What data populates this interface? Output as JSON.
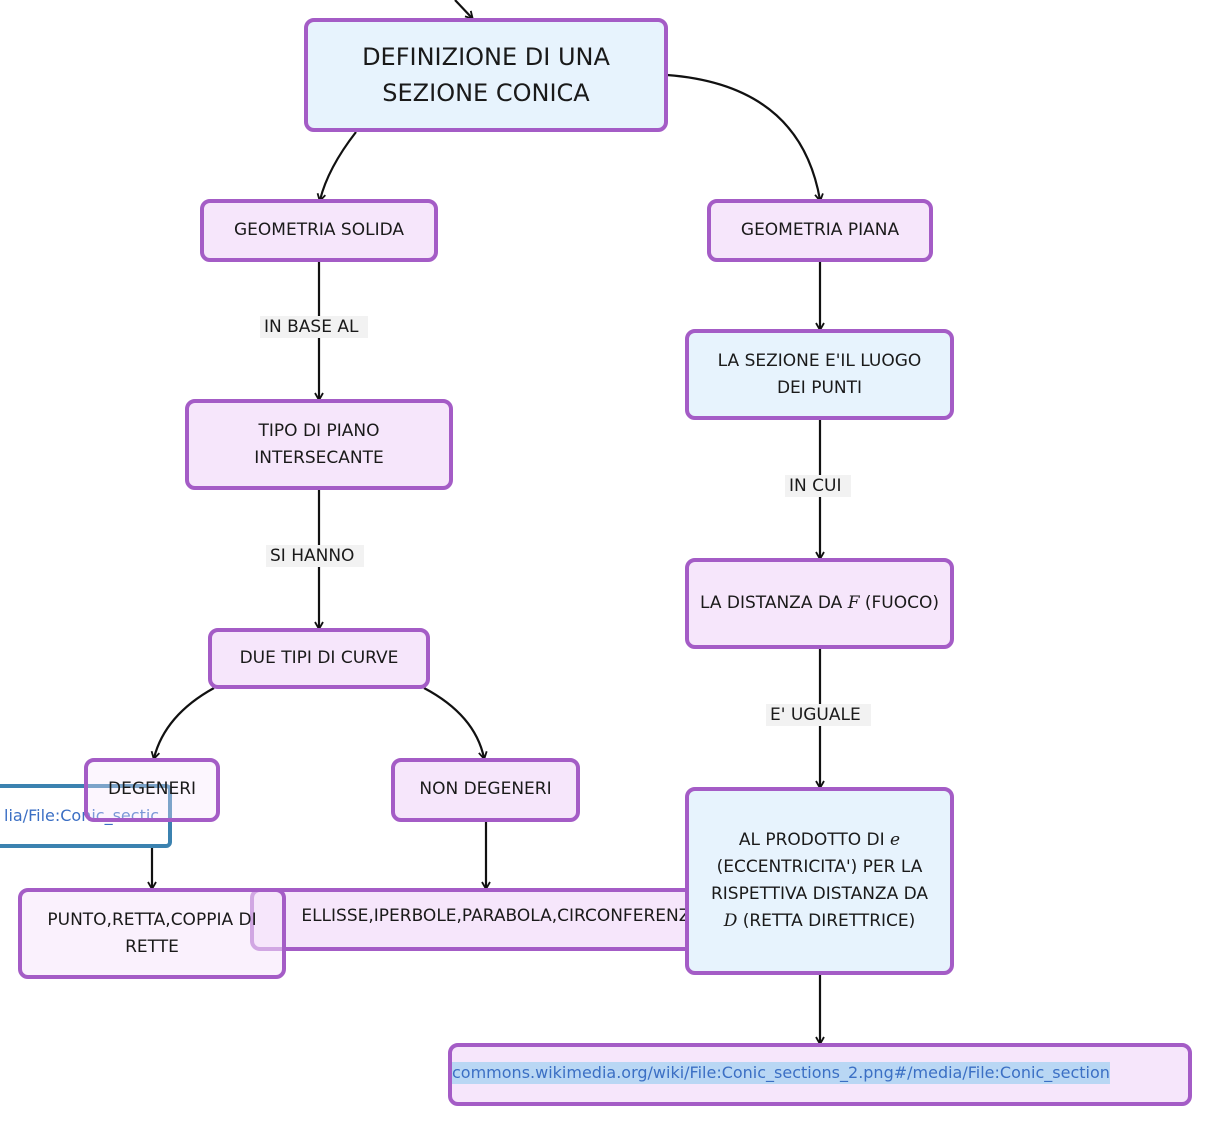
{
  "nodes": {
    "root": {
      "line1": "DEFINIZIONE DI UNA",
      "line2": "SEZIONE CONICA"
    },
    "solid": "GEOMETRIA SOLIDA",
    "plane": "GEOMETRIA PIANA",
    "plane_type": {
      "line1": "TIPO DI PIANO",
      "line2": "INTERSECANTE"
    },
    "locus": {
      "line1": "LA SEZIONE E'IL LUOGO",
      "line2": "DEI PUNTI"
    },
    "curves": "DUE TIPI DI CURVE",
    "distance": {
      "prefix": "LA DISTANZA DA ",
      "var": "F",
      "suffix": " (FUOCO)"
    },
    "degenerate": "DEGENERI",
    "non_degenerate": "NON DEGENERI",
    "degenerate_list": {
      "line1": "PUNTO,RETTA,COPPIA DI",
      "line2": "RETTE"
    },
    "non_degenerate_list": "ELLISSE,IPERBOLE,PARABOLA,CIRCONFERENZA",
    "product": {
      "line1_prefix": "AL PRODOTTO DI ",
      "line1_var": "e",
      "line2": "(ECCENTRICITA') PER LA",
      "line3": "RISPETTIVA DISTANZA DA",
      "line4_var": "D",
      "line4_suffix": " (RETTA DIRETTRICE)"
    },
    "link_bottom": "commons.wikimedia.org/wiki/File:Conic_sections_2.png#/media/File:Conic_section"
  },
  "edge_labels": {
    "in_base_al": "IN BASE AL",
    "si_hanno": "SI HANNO",
    "in_cui": "IN CUI",
    "e_uguale": "E' UGUALE"
  },
  "overlay_link": "lia/File:Conic_sectic",
  "colors": {
    "node_border": "#a45cc6",
    "node_pink": "#f6e6fb",
    "node_blue": "#e7f3fd",
    "link_border": "#3b82b0"
  }
}
